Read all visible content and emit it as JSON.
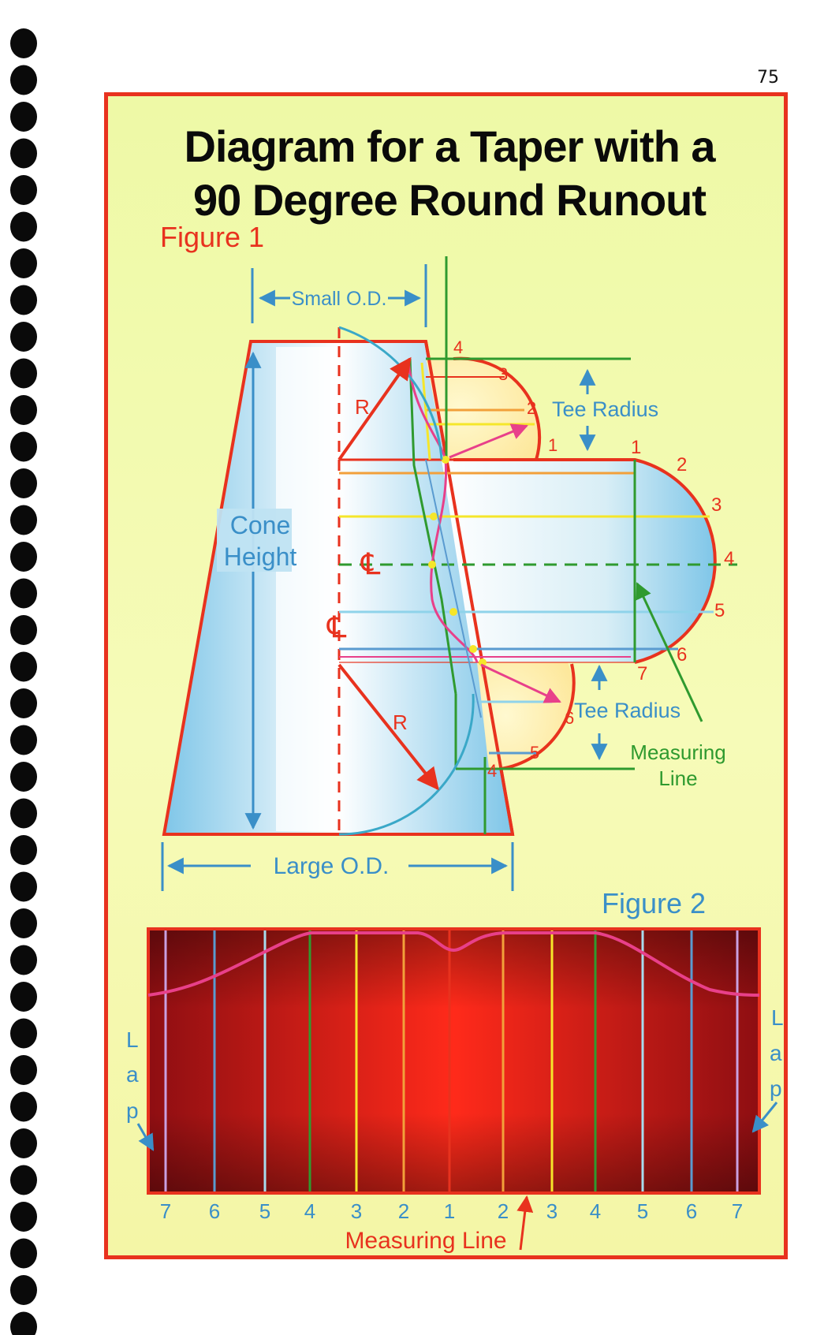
{
  "page_number": "75",
  "title": {
    "line1": "Diagram for a Taper with a",
    "line2": "90 Degree Round Runout"
  },
  "figure1": {
    "label": "Figure 1",
    "small_od": "Small O.D.",
    "large_od": "Large O.D.",
    "cone_height_line1": "Cone",
    "cone_height_line2": "Height",
    "radius_marker": "R",
    "tee_radius": "Tee Radius",
    "measuring_line_1": "Measuring",
    "measuring_line_2": "Line",
    "centerline_symbol": "℄",
    "upper_arc_numbers": [
      "4",
      "3",
      "2",
      "1"
    ],
    "right_arc_numbers": [
      "1",
      "2",
      "3",
      "4",
      "5",
      "6",
      "7"
    ],
    "lower_arc_numbers": [
      "6",
      "5",
      "4"
    ]
  },
  "figure2": {
    "label": "Figure 2",
    "lap_letters": [
      "L",
      "a",
      "p"
    ],
    "station_numbers": [
      "7",
      "6",
      "5",
      "4",
      "3",
      "2",
      "1",
      "2",
      "3",
      "4",
      "5",
      "6",
      "7"
    ],
    "measuring_line": "Measuring Line"
  },
  "colors": {
    "panel_border": "#e8321e",
    "panel_fill": "#eef9a6",
    "outline_red": "#e8321e",
    "measure_green": "#2f9a2f",
    "radius_blue": "#3a8fc8",
    "curve_pink": "#e8408a",
    "pattern_red": "#c0161a",
    "binding_black": "#0a0a0a"
  }
}
